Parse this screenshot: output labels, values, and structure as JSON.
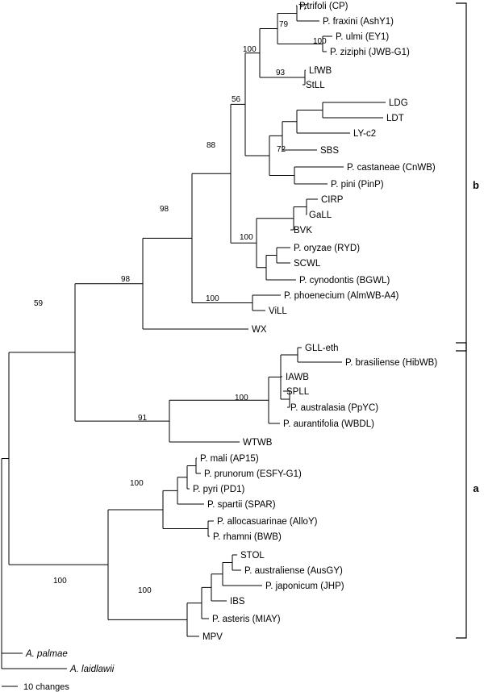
{
  "tree": {
    "taxa": [
      {
        "id": "cp",
        "label": "P.trifoli (CP)"
      },
      {
        "id": "ashy1",
        "label": "P. fraxini (AshY1)"
      },
      {
        "id": "ey1",
        "label": "P. ulmi (EY1)"
      },
      {
        "id": "jwbg1",
        "label": "P. ziziphi (JWB-G1)"
      },
      {
        "id": "lfwb",
        "label": "LfWB"
      },
      {
        "id": "stll",
        "label": "StLL"
      },
      {
        "id": "ldg",
        "label": "LDG"
      },
      {
        "id": "ldt",
        "label": "LDT"
      },
      {
        "id": "lyc2",
        "label": "LY-c2"
      },
      {
        "id": "sbs",
        "label": "SBS"
      },
      {
        "id": "cnwb",
        "label": "P. castaneae (CnWB)"
      },
      {
        "id": "pinp",
        "label": "P. pini (PinP)"
      },
      {
        "id": "cirp",
        "label": "CIRP"
      },
      {
        "id": "gall",
        "label": "GaLL"
      },
      {
        "id": "bvk",
        "label": "BVK"
      },
      {
        "id": "ryd",
        "label": "P. oryzae (RYD)"
      },
      {
        "id": "scwl",
        "label": "SCWL"
      },
      {
        "id": "bgwl",
        "label": "P. cynodontis (BGWL)"
      },
      {
        "id": "almwb",
        "label": "P. phoenecium (AlmWB-A4)"
      },
      {
        "id": "vill",
        "label": "ViLL"
      },
      {
        "id": "wx",
        "label": "WX"
      },
      {
        "id": "glleth",
        "label": "GLL-eth"
      },
      {
        "id": "hibwb",
        "label": "P. brasiliense (HibWB)"
      },
      {
        "id": "iawb",
        "label": "IAWB"
      },
      {
        "id": "spll",
        "label": "SPLL"
      },
      {
        "id": "ppyc",
        "label": "P. australasia (PpYC)"
      },
      {
        "id": "wbdl",
        "label": "P. aurantifolia (WBDL)"
      },
      {
        "id": "wtwb",
        "label": "WTWB"
      },
      {
        "id": "ap15",
        "label": "P. mali (AP15)"
      },
      {
        "id": "esfy",
        "label": "P. prunorum (ESFY-G1)"
      },
      {
        "id": "pd1",
        "label": "P. pyri (PD1)"
      },
      {
        "id": "spar",
        "label": "P. spartii (SPAR)"
      },
      {
        "id": "alloy",
        "label": "P. allocasuarinae (AlloY)"
      },
      {
        "id": "bwb",
        "label": "P. rhamni (BWB)"
      },
      {
        "id": "stol",
        "label": "STOL"
      },
      {
        "id": "ausgy",
        "label": "P. australiense (AusGY)"
      },
      {
        "id": "jhp",
        "label": "P. japonicum (JHP)"
      },
      {
        "id": "ibs",
        "label": "IBS"
      },
      {
        "id": "miay",
        "label": "P. asteris (MIAY)"
      },
      {
        "id": "mpv",
        "label": "MPV"
      },
      {
        "id": "apalmae",
        "label": "A. palmae"
      },
      {
        "id": "alaidlawii",
        "label": "A. laidlawii"
      }
    ],
    "support_values": [
      {
        "id": "s77",
        "value": "77"
      },
      {
        "id": "s79",
        "value": "79"
      },
      {
        "id": "s100a",
        "value": "100"
      },
      {
        "id": "s100b",
        "value": "100"
      },
      {
        "id": "s93",
        "value": "93"
      },
      {
        "id": "s56",
        "value": "56"
      },
      {
        "id": "s72",
        "value": "72"
      },
      {
        "id": "s88",
        "value": "88"
      },
      {
        "id": "s100c",
        "value": "100"
      },
      {
        "id": "s98a",
        "value": "98"
      },
      {
        "id": "s98b",
        "value": "98"
      },
      {
        "id": "s100d",
        "value": "100"
      },
      {
        "id": "s59",
        "value": "59"
      },
      {
        "id": "s100e",
        "value": "100"
      },
      {
        "id": "s91",
        "value": "91"
      },
      {
        "id": "s100f",
        "value": "100"
      },
      {
        "id": "s100g",
        "value": "100"
      },
      {
        "id": "s100h",
        "value": "100"
      }
    ],
    "clade_labels": [
      {
        "id": "b",
        "label": "b"
      },
      {
        "id": "a",
        "label": "a"
      }
    ],
    "scale_bar": {
      "label": "10 changes"
    }
  }
}
